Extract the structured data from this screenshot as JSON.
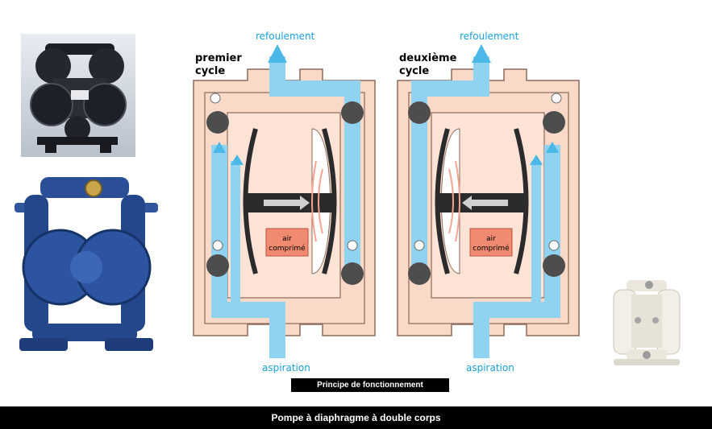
{
  "diagrams": [
    {
      "title_line1": "premier",
      "title_line2": "cycle",
      "outlet_label": "refoulement",
      "inlet_label": "aspiration",
      "air_line1": "air",
      "air_line2": "comprimé",
      "arrow_direction": "right"
    },
    {
      "title_line1": "deuxième",
      "title_line2": "cycle",
      "outlet_label": "refoulement",
      "inlet_label": "aspiration",
      "air_line1": "air",
      "air_line2": "comprimé",
      "arrow_direction": "left"
    }
  ],
  "caption": "Principe de fonctionnement",
  "footer": "Pompe à diaphragme à double corps",
  "colors": {
    "housing": "#fbd9c8",
    "housing_stroke": "#8a6a5a",
    "fluid": "#8fd3f0",
    "fluid_dark": "#4cb8e8",
    "label_blue": "#1aa0d8",
    "air_box": "#f08a70",
    "diaphragm": "#2b2b2b"
  },
  "photos": [
    {
      "name": "black-pump-photo"
    },
    {
      "name": "blue-pump-photo"
    },
    {
      "name": "white-pump-photo"
    }
  ]
}
